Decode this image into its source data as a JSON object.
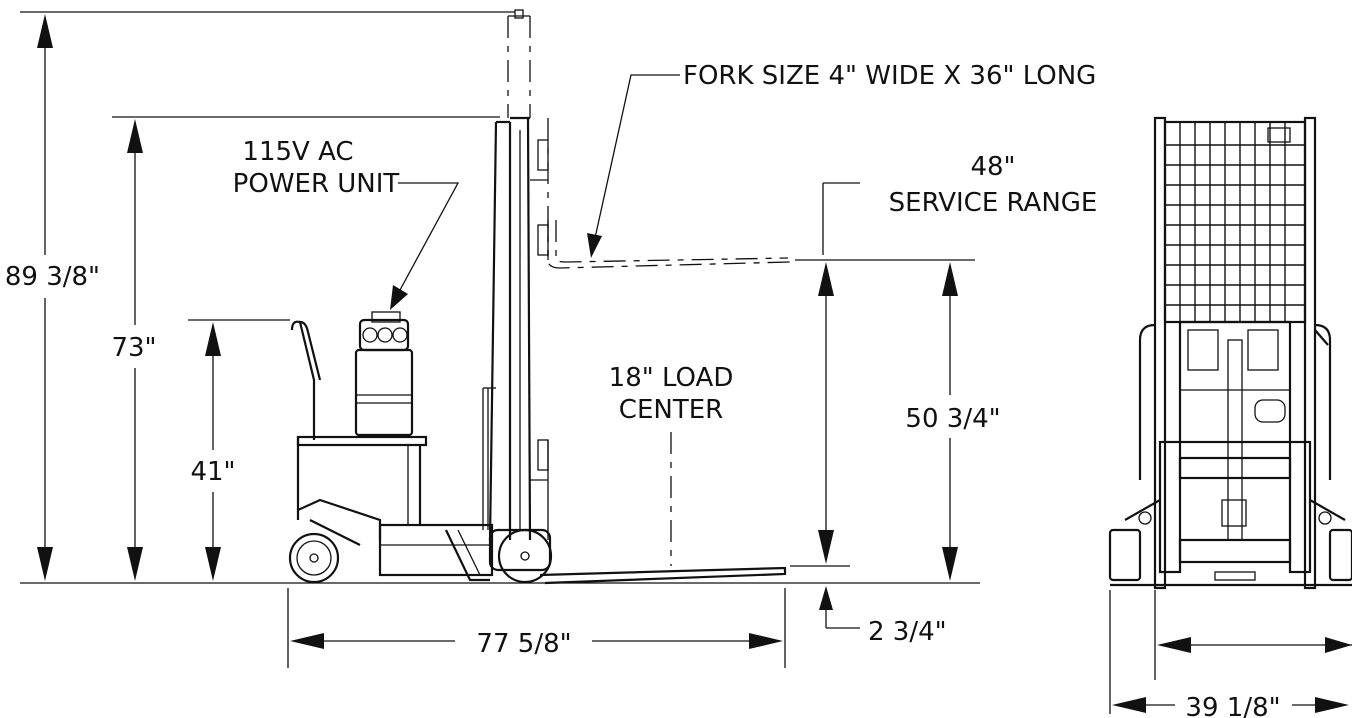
{
  "labels": {
    "overall_height": "89 3/8\"",
    "mast_height": "73\"",
    "handle_height": "41\"",
    "power_unit_line1": "115V AC",
    "power_unit_line2": "POWER UNIT",
    "fork_size": "FORK SIZE 4\" WIDE X 36\" LONG",
    "service_range_line1": "48\"",
    "service_range_line2": "SERVICE RANGE",
    "lift_height": "50 3/4\"",
    "load_center_line1": "18\" LOAD",
    "load_center_line2": "CENTER",
    "overall_length": "77 5/8\"",
    "fork_lowered": "2 3/4\"",
    "overall_width": "39 1/8\""
  },
  "colors": {
    "line": "#111111",
    "background": "#ffffff"
  }
}
